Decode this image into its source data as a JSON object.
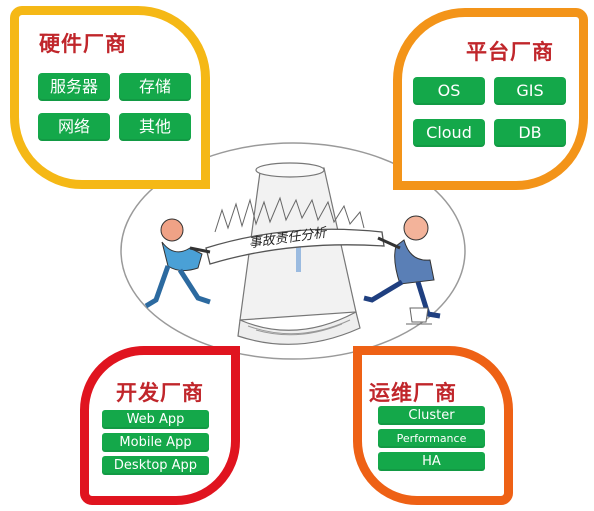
{
  "cards": {
    "hardware": {
      "title": "硬件厂商",
      "items": [
        "服务器",
        "存储",
        "网络",
        "其他"
      ]
    },
    "platform": {
      "title": "平台厂商",
      "items": [
        "OS",
        "GIS",
        "Cloud",
        "DB"
      ]
    },
    "developer": {
      "title": "开发厂商",
      "items": [
        "Web App",
        "Mobile App",
        "Desktop App"
      ]
    },
    "operations": {
      "title": "运维厂商",
      "items": [
        "Cluster",
        "Performance",
        "HA"
      ]
    }
  },
  "illustration": {
    "scroll_text": "事故责任分析",
    "icon": "tug-of-war-cartoon"
  },
  "colors": {
    "hardware_border": "#f5b816",
    "platform_border": "#f39419",
    "developer_border": "#e0141f",
    "operations_border": "#ee6115",
    "title_text": "#c0262b",
    "tag_fill": "#14a84a"
  }
}
